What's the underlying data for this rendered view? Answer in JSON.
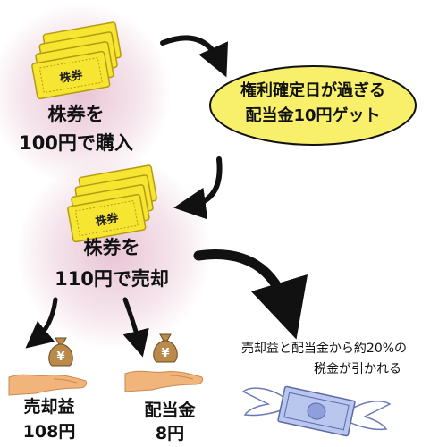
{
  "step_buy": {
    "line1": "株券を",
    "line2": "100円で購入"
  },
  "stock_ticket": {
    "label": "株券"
  },
  "record_date": {
    "line1": "権利確定日が過ぎる",
    "line2": "配当金10円ゲット"
  },
  "step_sell": {
    "line1": "株券を",
    "line2": "110円で売却"
  },
  "tax_note": {
    "line1": "売却益と配当金から約20%の",
    "line2": "税金が引かれる"
  },
  "gain": {
    "line1": "売却益",
    "line2": "108円"
  },
  "dividend": {
    "line1": "配当金",
    "line2": "8円"
  },
  "money_bag": {
    "symbol": "¥"
  },
  "colors": {
    "ticket_yellow": "#f6e531",
    "ellipse_yellow": "#f8f06a",
    "glow_pink": "#d696b2",
    "banknote_blue": "#b9c6ee",
    "skin": "#f1b47a",
    "bag": "#b98a4a"
  }
}
